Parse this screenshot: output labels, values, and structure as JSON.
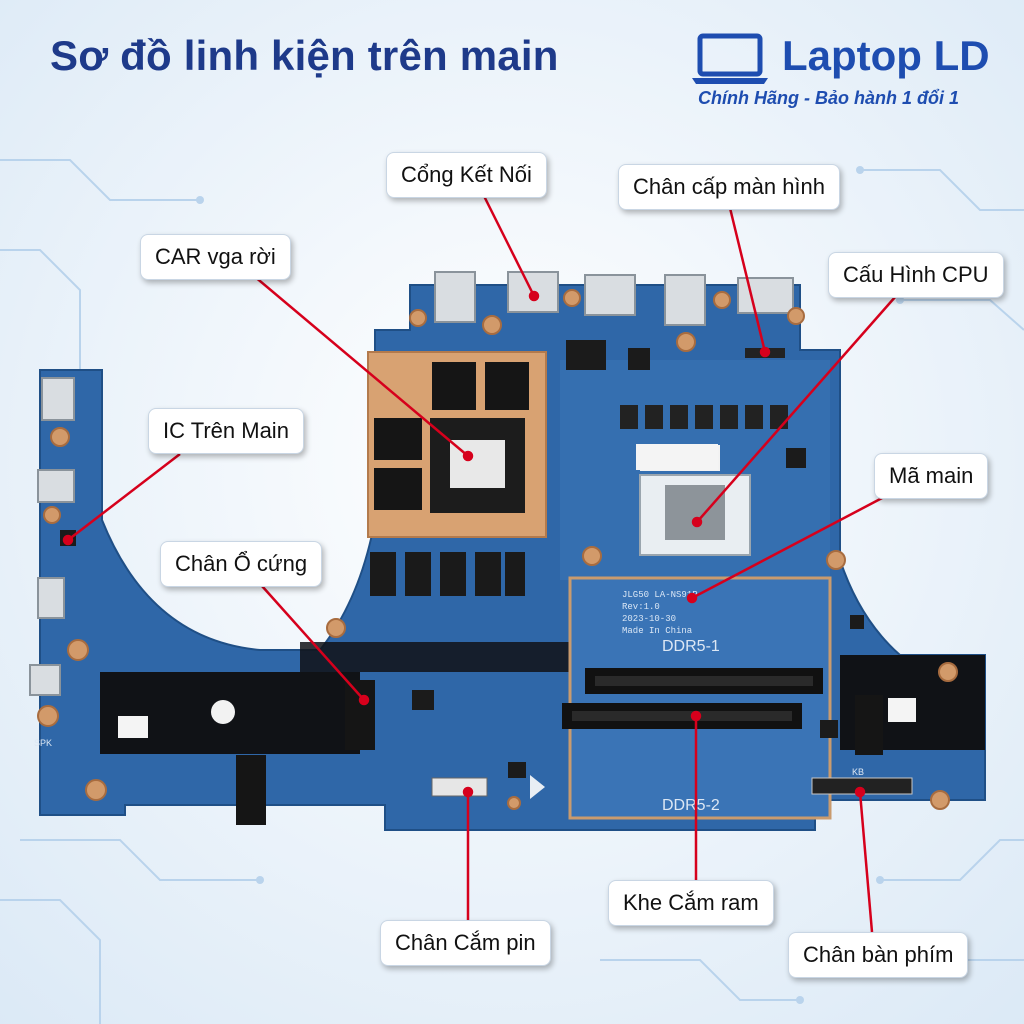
{
  "header": {
    "title": "Sơ đồ linh kiện trên main",
    "brand_name": "Laptop LD",
    "brand_tagline": "Chính Hãng - Bảo hành 1 đổi 1"
  },
  "board_labels": {
    "model": "JLG50 LA-NS91P",
    "rev": "Rev:1.0",
    "date": "2023-10-30",
    "origin": "Made In China",
    "ddr1": "DDR5-1",
    "ddr2": "DDR5-2",
    "kb": "KB",
    "spk": "SPK"
  },
  "callouts": [
    {
      "id": "cong-ket-noi",
      "label": "Cổng Kết Nối"
    },
    {
      "id": "chan-cap-man-hinh",
      "label": "Chân cấp màn hình"
    },
    {
      "id": "car-vga-roi",
      "label": "CAR vga rời"
    },
    {
      "id": "cau-hinh-cpu",
      "label": "Cấu Hình CPU"
    },
    {
      "id": "ic-tren-main",
      "label": "IC Trên Main"
    },
    {
      "id": "ma-main",
      "label": "Mã main"
    },
    {
      "id": "chan-o-cung",
      "label": "Chân Ổ cứng"
    },
    {
      "id": "khe-cam-ram",
      "label": "Khe Cắm ram"
    },
    {
      "id": "chan-cam-pin",
      "label": "Chân Cắm pin"
    },
    {
      "id": "chan-ban-phim",
      "label": "Chân bàn phím"
    }
  ],
  "colors": {
    "title": "#1e3a8a",
    "brand": "#1e4db0",
    "pcb": "#2f67a8",
    "leader": "#d6001c"
  }
}
